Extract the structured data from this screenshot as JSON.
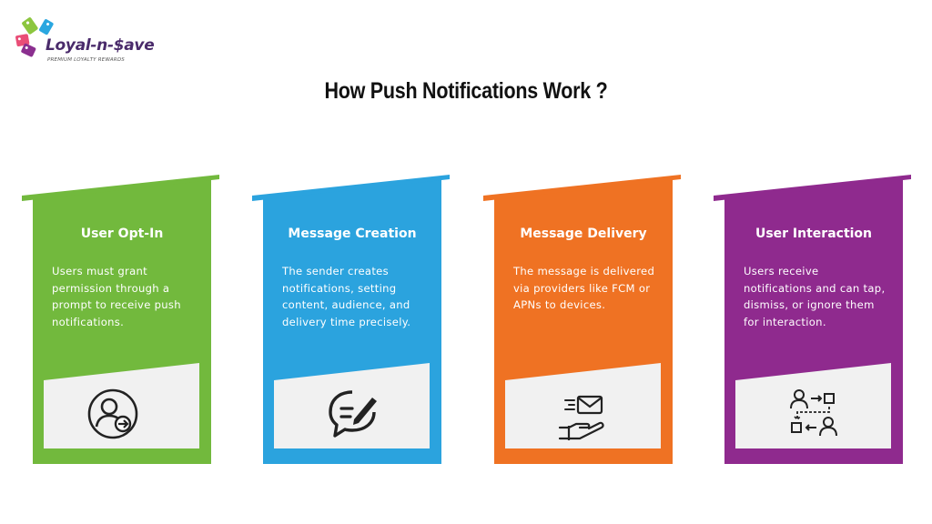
{
  "logo": {
    "name": "Loyal-n-$ave",
    "tagline": "PREMIUM LOYALTY REWARDS",
    "colors": [
      "#6cc04a",
      "#2aa7e0",
      "#e94e77",
      "#8b2f8f"
    ]
  },
  "page_title": "How Push Notifications Work ?",
  "cards": [
    {
      "title": "User Opt-In",
      "body": "Users must grant permission through a prompt to receive push notifications.",
      "color": "#72b93d",
      "icon": "user-arrow-icon"
    },
    {
      "title": "Message Creation",
      "body": "The sender creates notifications, setting content, audience, and delivery time precisely.",
      "color": "#2ba3de",
      "icon": "chat-pen-icon"
    },
    {
      "title": "Message Delivery",
      "body": "The message is delivered via providers like FCM or APNs to devices.",
      "color": "#ef7223",
      "icon": "hand-envelope-icon"
    },
    {
      "title": "User Interaction",
      "body": "Users receive notifications and can tap, dismiss, or ignore them for interaction.",
      "color": "#8f2a8e",
      "icon": "users-exchange-icon"
    }
  ]
}
